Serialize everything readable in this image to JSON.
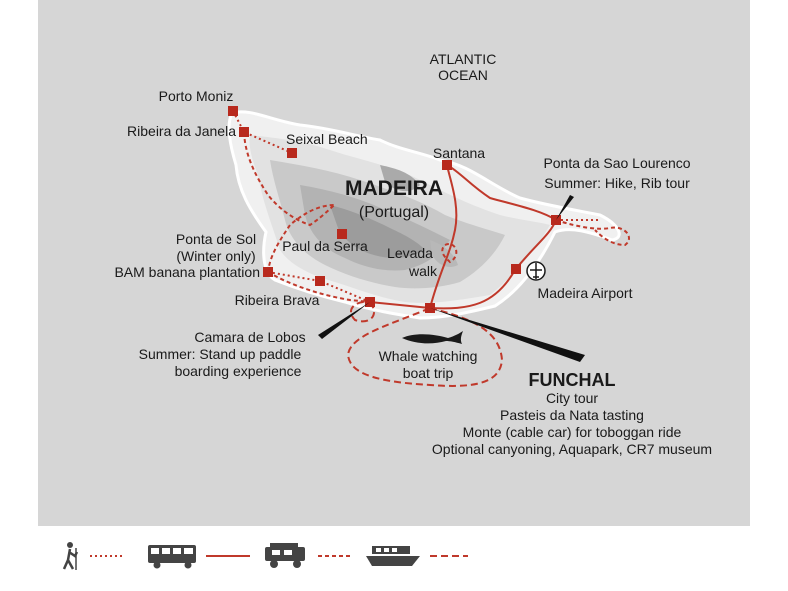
{
  "map": {
    "ocean_label_line1": "ATLANTIC",
    "ocean_label_line2": "OCEAN",
    "island_name": "MADEIRA",
    "island_country": "(Portugal)",
    "places": {
      "porto_moniz": "Porto Moniz",
      "ribeira_da_janela": "Ribeira da Janela",
      "seixal_beach": "Seixal Beach",
      "santana": "Santana",
      "ponta_sao_lourenco": "Ponta da Sao Lourenco",
      "ponta_sao_lourenco_note": "Summer: Hike, Rib tour",
      "ponta_de_sol": "Ponta de Sol",
      "ponta_de_sol_note": "(Winter only)",
      "banana_plantation": "BAM banana plantation",
      "paul_da_serra": "Paul da Serra",
      "levada_line1": "Levada",
      "levada_line2": "walk",
      "madeira_airport": "Madeira Airport",
      "ribeira_brava": "Ribeira Brava",
      "camara_de_lobos": "Camara de Lobos",
      "camara_note_line1": "Summer: Stand up paddle",
      "camara_note_line2": "boarding experience",
      "whale_line1": "Whale watching",
      "whale_line2": "boat trip",
      "funchal": "FUNCHAL",
      "funchal_note1": "City tour",
      "funchal_note2": "Pasteis da Nata tasting",
      "funchal_note3": "Monte (cable car) for toboggan ride",
      "funchal_note4": "Optional canyoning, Aquapark, CR7 museum"
    },
    "colors": {
      "ocean": "#d6d6d6",
      "land": "#f2f2f2",
      "route": "#c0392b",
      "marker": "#b8291d"
    }
  },
  "legend": {
    "items": [
      {
        "icon": "hiker-icon",
        "line": "dotted"
      },
      {
        "icon": "bus-icon",
        "line": "solid"
      },
      {
        "icon": "jeep-icon",
        "line": "short-dashed"
      },
      {
        "icon": "boat-icon",
        "line": "long-dashed"
      }
    ]
  }
}
